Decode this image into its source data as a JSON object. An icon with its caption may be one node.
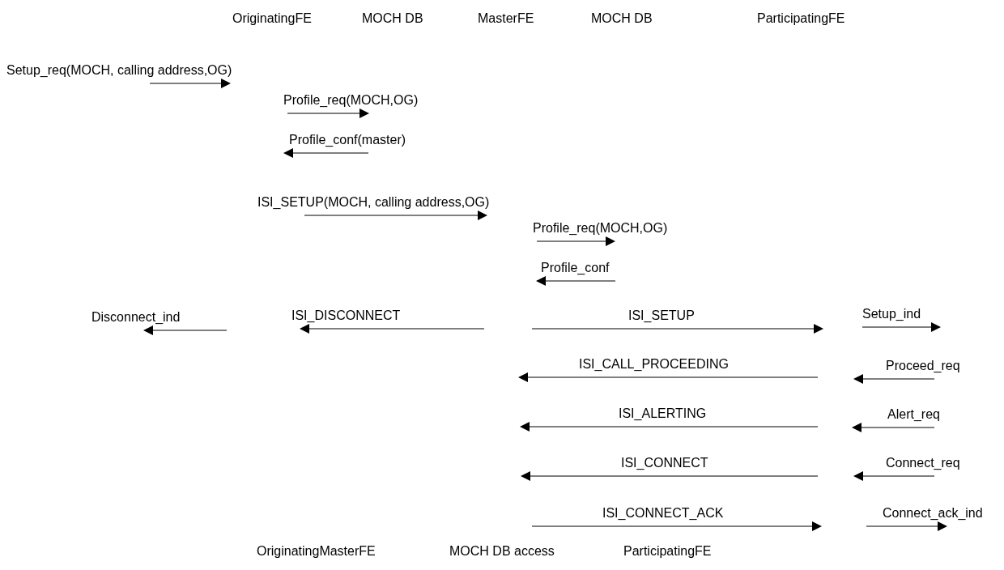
{
  "diagram": {
    "labels": [
      "OriginatingFE",
      "MOCH DB",
      "MasterFE",
      "MOCH DB",
      "ParticipatingFE",
      "Setup_req(MOCH, calling address,OG)",
      "Profile_req(MOCH,OG)",
      "Profile_conf(master)",
      "ISI_SETUP(MOCH, calling address,OG)",
      "Profile_req(MOCH,OG)",
      "Profile_conf",
      "Disconnect_ind",
      "ISI_DISCONNECT",
      "ISI_SETUP",
      "Setup_ind",
      "ISI_CALL_PROCEEDING",
      "Proceed_req",
      "ISI_ALERTING",
      "Alert_req",
      "ISI_CONNECT",
      "Connect_req",
      "ISI_CONNECT_ACK",
      "Connect_ack_ind",
      "OriginatingMasterFE",
      "MOCH DB access",
      "ParticipatingFE"
    ]
  }
}
